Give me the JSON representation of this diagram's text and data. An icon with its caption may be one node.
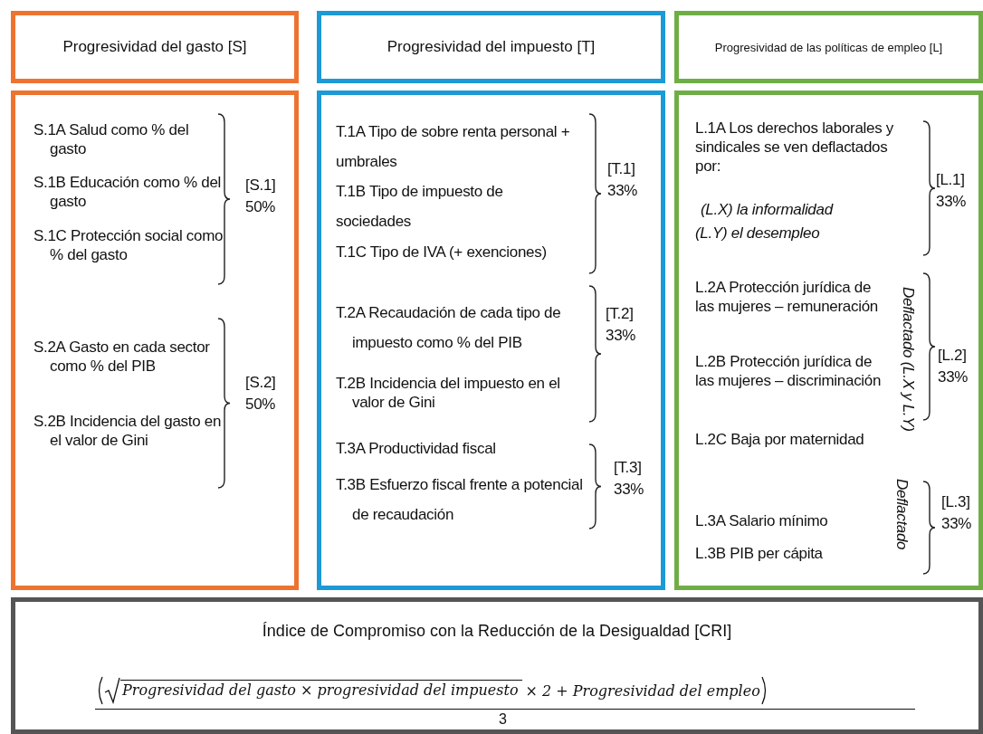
{
  "diagram": {
    "nodes": [
      {
        "text": [
          "Progresividad del gasto [S]"
        ]
      },
      {
        "text": [
          "Progresividad del impuesto [T]"
        ]
      },
      {
        "text": [
          "Progresividad de las políticas de empleo [L]"
        ]
      },
      {
        "text": [
          "S.1A Salud como % del gasto",
          "S.1B Educación como % del gasto",
          "S.1C Protección social como % del gasto",
          "[S.1] 50%",
          "S.2A Gasto en cada sector como % del PIB",
          "S.2B Incidencia del gasto en el valor de Gini",
          "[S.2] 50%"
        ]
      },
      {
        "text": [
          "T.1A Tipo de sobre renta personal + umbrales",
          "T.1B Tipo de impuesto de sociedades",
          "T.1C Tipo de IVA (+ exenciones)",
          "[T.1] 33%",
          "T.2A Recaudación de cada tipo de impuesto como % del PIB",
          "T.2B Incidencia del impuesto en el valor de Gini",
          "[T.2] 33%",
          "T.3A Productividad fiscal",
          "T.3B Esfuerzo fiscal frente a potencial de recaudación",
          "[T.3] 33%"
        ]
      },
      {
        "text": [
          "L.1A Los derechos laborales y sindicales se ven deflactados por:",
          "(L.X) la informalidad",
          "(L.Y) el desempleo",
          "[L.1] 33%",
          "L.2A Protección jurídica de las mujeres – remuneración",
          "L.2B Protección jurídica de las mujeres – discriminación",
          "L.2C Baja por maternidad",
          "Deflactado (L.X y L.Y)",
          "[L.2] 33%",
          "Deflactado",
          "L.3A Salario mínimo",
          "L.3B PIB per cápita",
          "[L.3] 33%"
        ]
      },
      {
        "text": [
          "Índice de Compromiso con la Reducción de la Desigualdad [CRI]",
          "Progresividad del gasto × progresividad del impuesto",
          "× 2 + Progresividad del empleo",
          "3"
        ]
      }
    ]
  }
}
